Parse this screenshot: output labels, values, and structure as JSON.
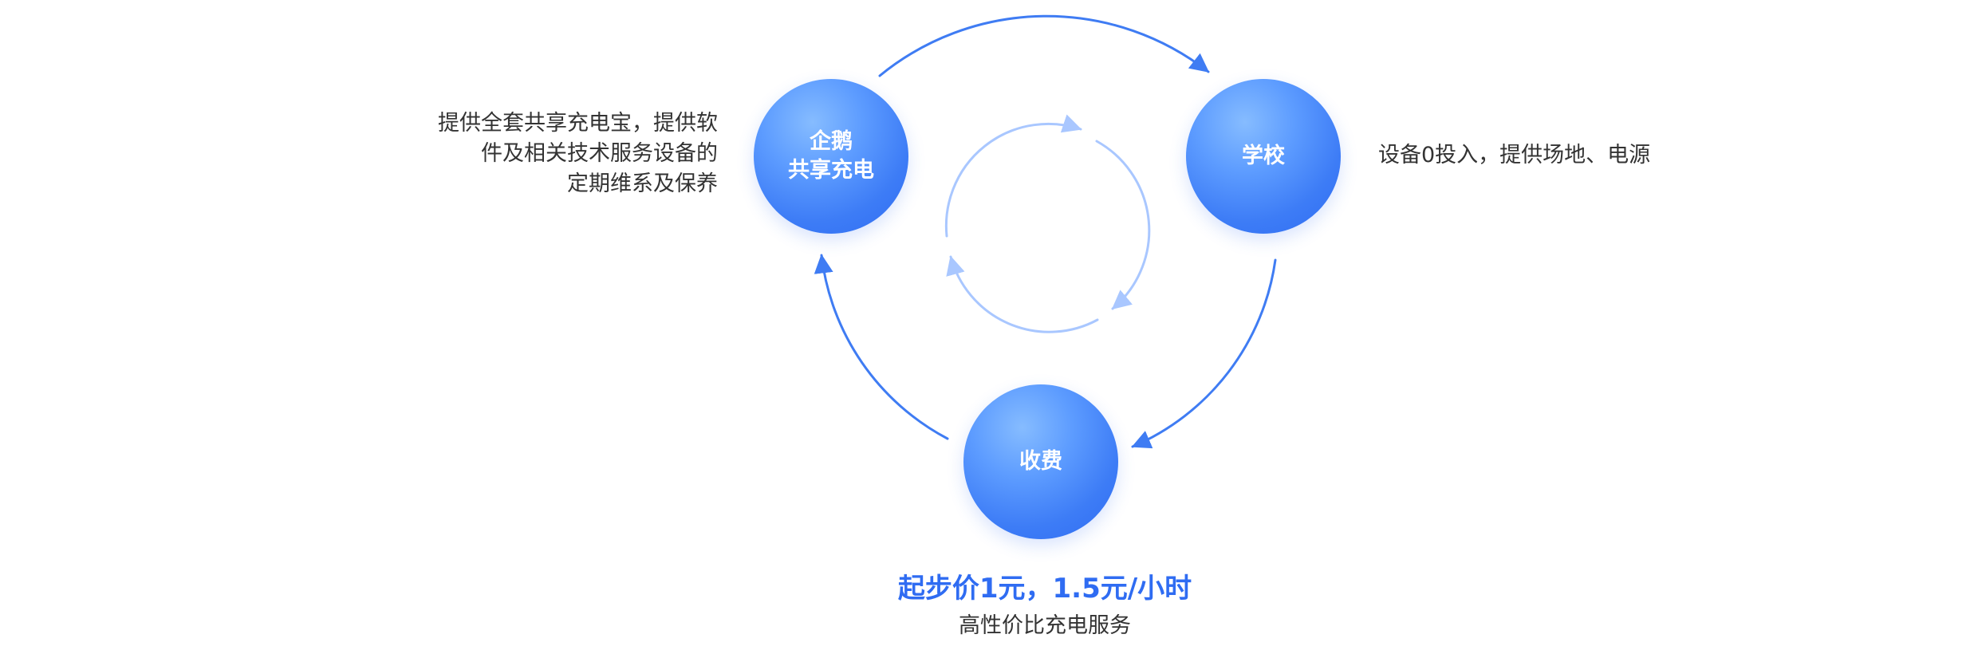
{
  "diagram": {
    "nodes": {
      "left": {
        "line1": "企鹅",
        "line2": "共享充电"
      },
      "right": {
        "label": "学校"
      },
      "bottom": {
        "label": "收费"
      }
    },
    "descriptions": {
      "left": {
        "line1": "提供全套共享充电宝，提供软",
        "line2": "件及相关技术服务设备的",
        "line3": "定期维系及保养"
      },
      "right": {
        "line1": "设备0投入，提供场地、电源"
      },
      "bottom": {
        "price": "起步价1元，1.5元/小时",
        "subtitle": "高性价比充电服务"
      }
    },
    "colors": {
      "primary": "#2f6cf2",
      "outer_arrow": "#3f7cf3",
      "inner_arrow": "#a9c7ff",
      "text": "#333333"
    }
  }
}
